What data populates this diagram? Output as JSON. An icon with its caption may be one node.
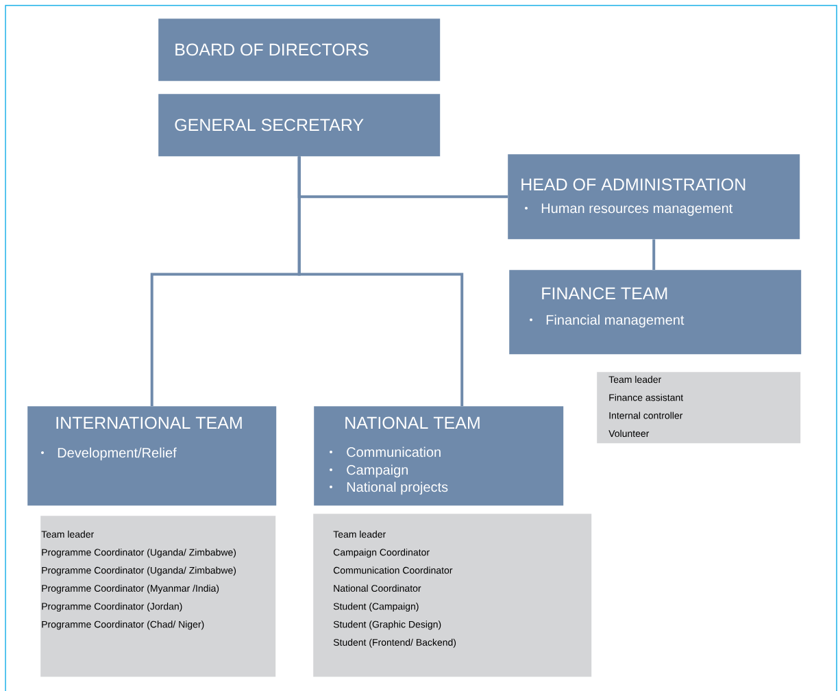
{
  "diagram": {
    "nodes": [
      {
        "text": [
          "BOARD OF DIRECTORS"
        ]
      },
      {
        "text": [
          "GENERAL SECRETARY"
        ]
      },
      {
        "text": [
          "HEAD OF ADMINISTRATION",
          "Human resources management"
        ]
      },
      {
        "text": [
          "FINANCE TEAM",
          "Financial management"
        ]
      },
      {
        "text": [
          "INTERNATIONAL TEAM",
          "Development/Relief"
        ]
      },
      {
        "text": [
          "NATIONAL TEAM",
          "Communication",
          "Campaign",
          "National projects"
        ]
      },
      {
        "text": [
          "Team leader",
          "Finance assistant",
          "Internal controller",
          "Volunteer"
        ]
      },
      {
        "text": [
          "Team leader",
          "Programme Coordinator (Uganda/ Zimbabwe)",
          "Programme Coordinator (Uganda/ Zimbabwe)",
          "Programme Coordinator (Myanmar /India)",
          "Programme Coordinator (Jordan)",
          "Programme Coordinator (Chad/ Niger)"
        ]
      },
      {
        "text": [
          "Team leader",
          "Campaign Coordinator",
          "Communication Coordinator",
          "National Coordinator",
          "Student (Campaign)",
          "Student (Graphic Design)",
          "Student (Frontend/ Backend)"
        ]
      }
    ],
    "edges": [
      {
        "from": 1,
        "to": 2,
        "arrow": "none"
      },
      {
        "from": 1,
        "to": 4,
        "arrow": "none"
      },
      {
        "from": 1,
        "to": 5,
        "arrow": "none"
      },
      {
        "from": 2,
        "to": 3,
        "arrow": "none"
      }
    ]
  }
}
